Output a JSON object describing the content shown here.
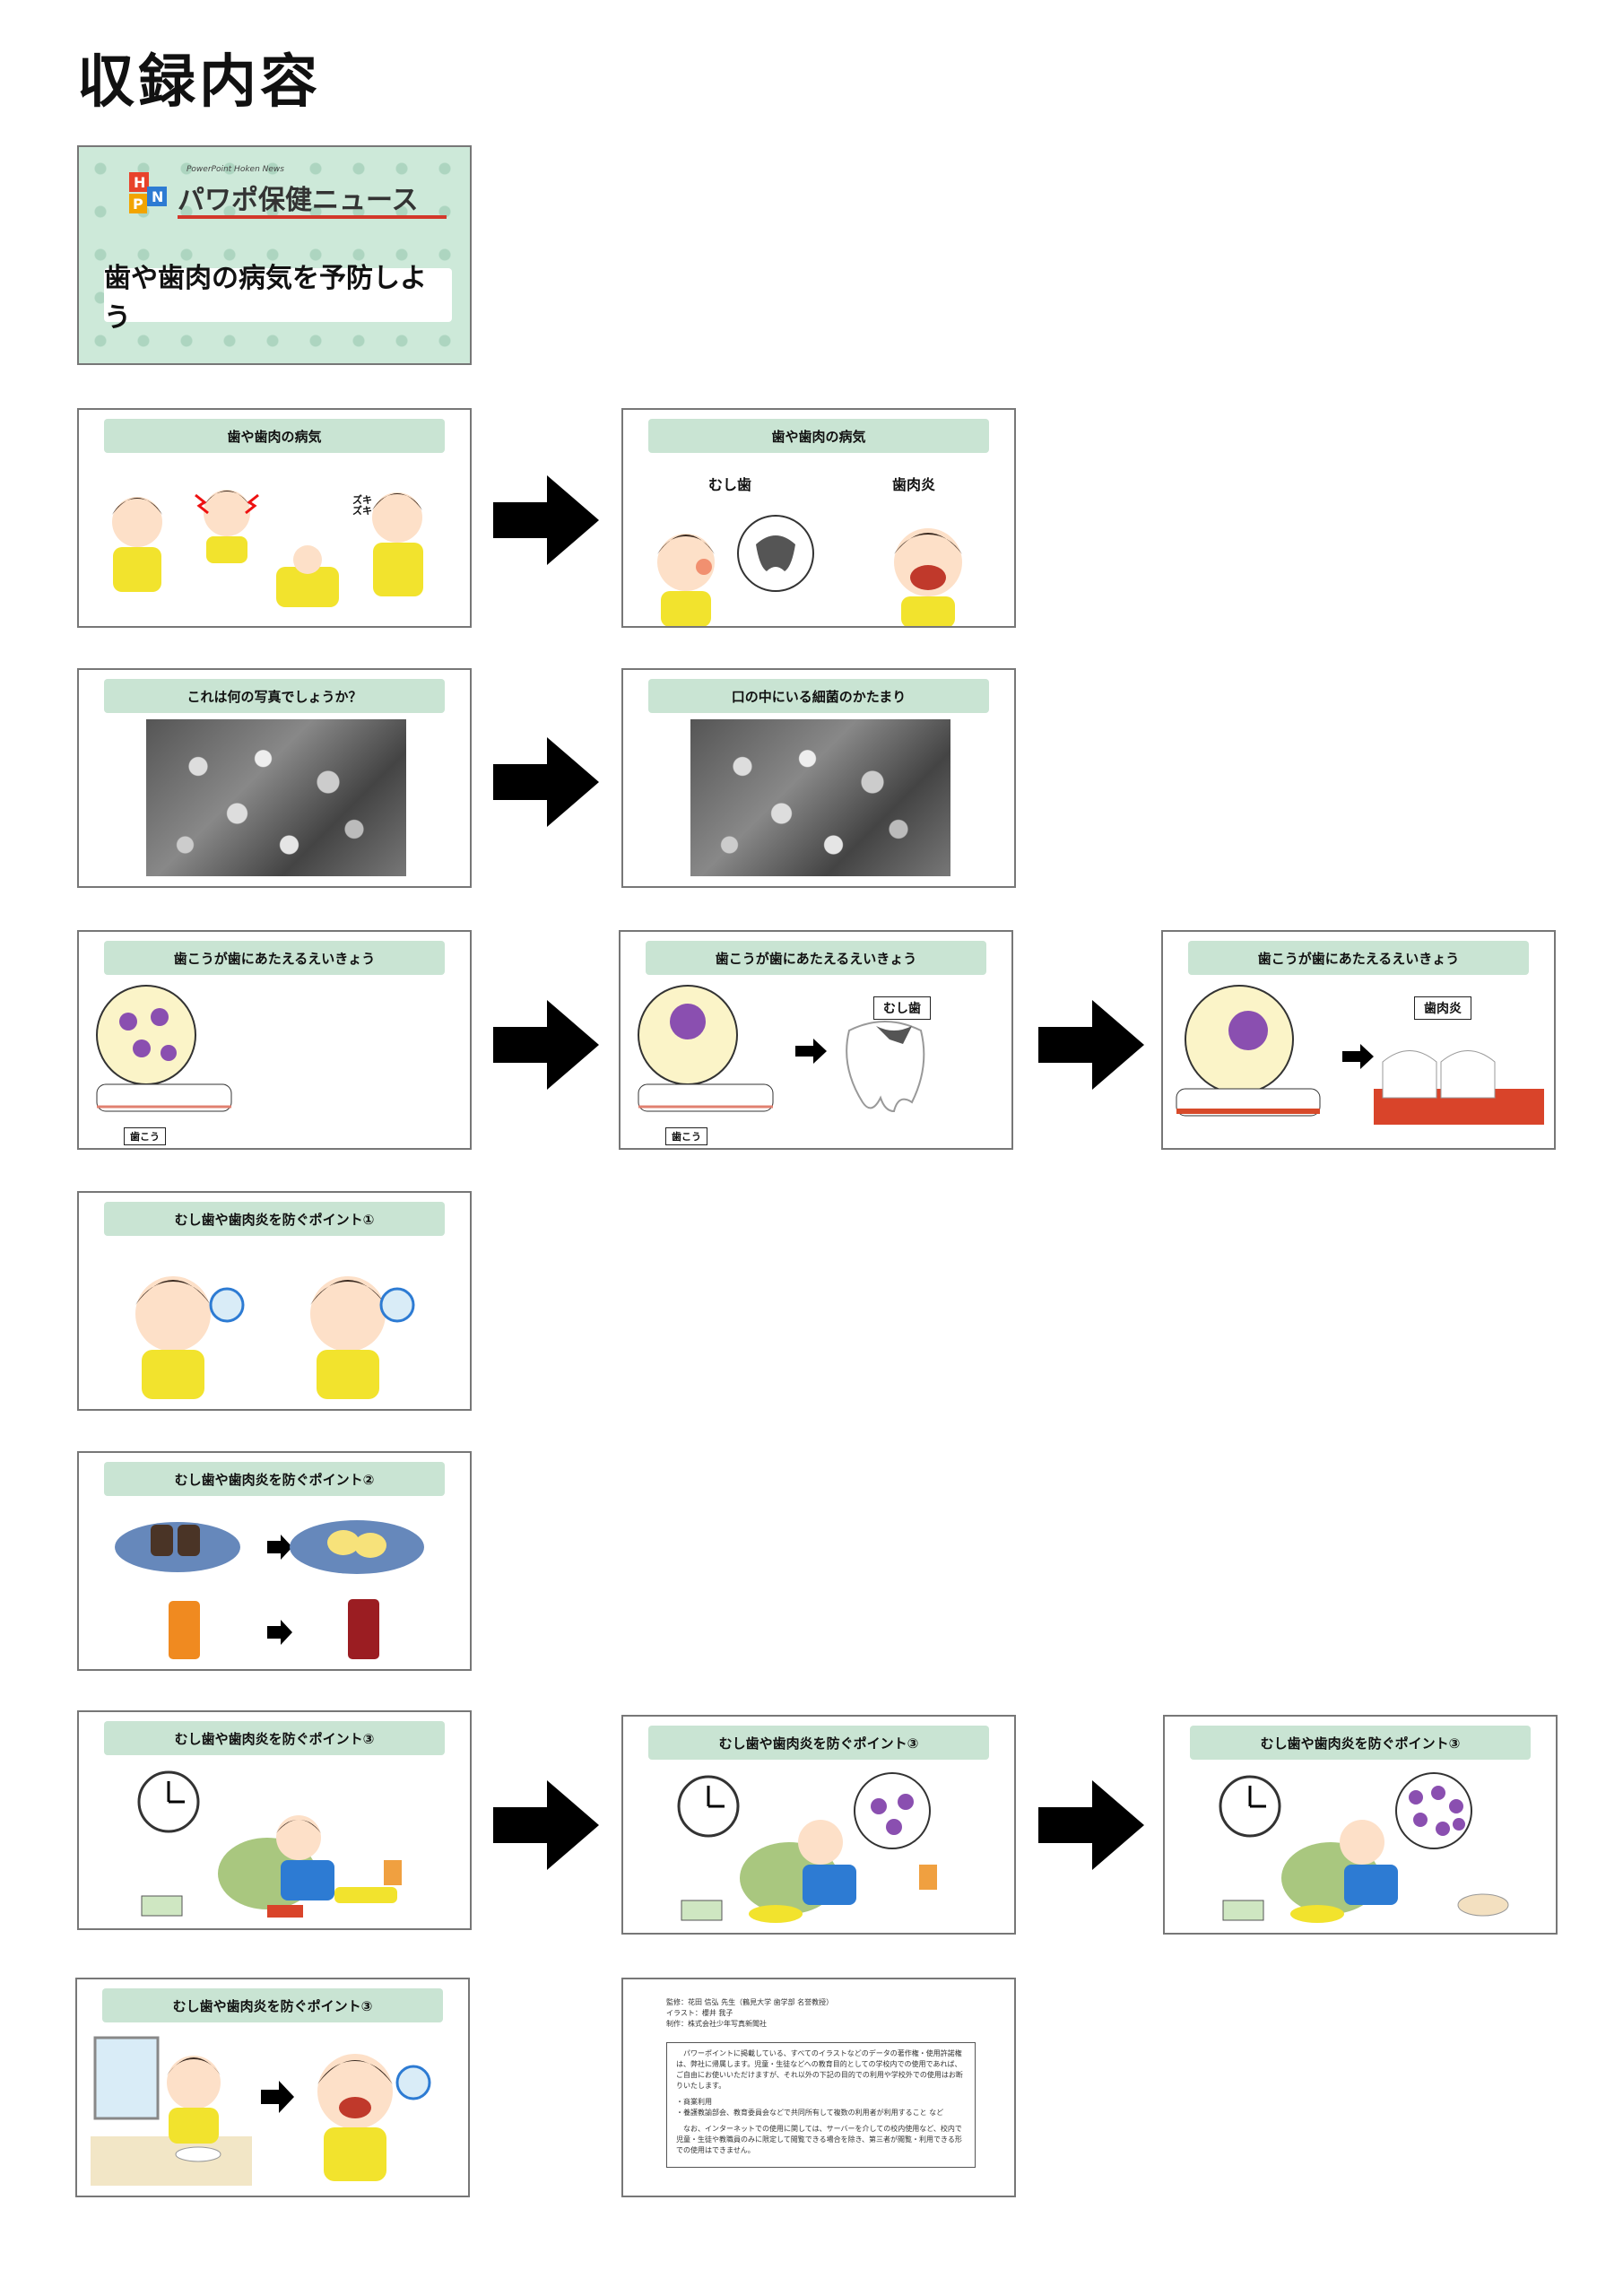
{
  "page": {
    "title": "収録内容"
  },
  "cover": {
    "logo": "パワポ保健ニュース",
    "logo_sub": "PowerPoint Hoken News",
    "hpn": [
      "H",
      "P",
      "N"
    ],
    "title": "歯や歯肉の病気を予防しよう"
  },
  "slides": {
    "disease_1": {
      "title": "歯や歯肉の病気",
      "onomatopoeia": "ズキズキ"
    },
    "disease_2": {
      "title": "歯や歯肉の病気",
      "label_caries": "むし歯",
      "label_gingivitis": "歯肉炎"
    },
    "photo_1": {
      "title": "これは何の写真でしょうか？"
    },
    "photo_2": {
      "title": "口の中にいる細菌のかたまり"
    },
    "plaque_1": {
      "title": "歯こうが歯にあたえるえいきょう",
      "label": "歯こう"
    },
    "plaque_2": {
      "title": "歯こうが歯にあたえるえいきょう",
      "label": "歯こう",
      "label_result": "むし歯"
    },
    "plaque_3": {
      "title": "歯こうが歯にあたえるえいきょう",
      "label_result": "歯肉炎"
    },
    "point1": {
      "title": "むし歯や歯肉炎を防ぐポイント①"
    },
    "point2": {
      "title": "むし歯や歯肉炎を防ぐポイント②"
    },
    "point3a": {
      "title": "むし歯や歯肉炎を防ぐポイント③"
    },
    "point3b": {
      "title": "むし歯や歯肉炎を防ぐポイント③"
    },
    "point3c": {
      "title": "むし歯や歯肉炎を防ぐポイント③"
    },
    "point3d": {
      "title": "むし歯や歯肉炎を防ぐポイント③"
    },
    "credits": {
      "line1": "監修：花田 信弘 先生（鶴見大学 歯学部 名誉教授）",
      "line2": "イラスト：櫻井 我子",
      "line3": "制作：株式会社少年写真新聞社",
      "notice1": "パワーポイントに掲載している、すべてのイラストなどのデータの著作権・使用許諾権は、弊社に帰属します。児童・生徒などへの教育目的としての学校内での使用であれば、ご自由にお使いいただけますが、それ以外の下記の目的での利用や学校外での使用はお断りいたします。",
      "notice2": "・商業利用",
      "notice3": "・養護教諭部会、教育委員会などで共同所有して複数の利用者が利用すること など",
      "notice4": "なお、インターネットでの使用に関しては、サーバーを介しての校内使用など、校内で児童・生徒や教職員のみに限定して閲覧できる場合を除き、第三者が閲覧・利用できる形での使用はできません。"
    }
  },
  "colors": {
    "banner": "#c9e4d3",
    "cover_bg": "#cde9d9",
    "shirt": "#f2e32d",
    "germ": "#8a4fb0"
  }
}
